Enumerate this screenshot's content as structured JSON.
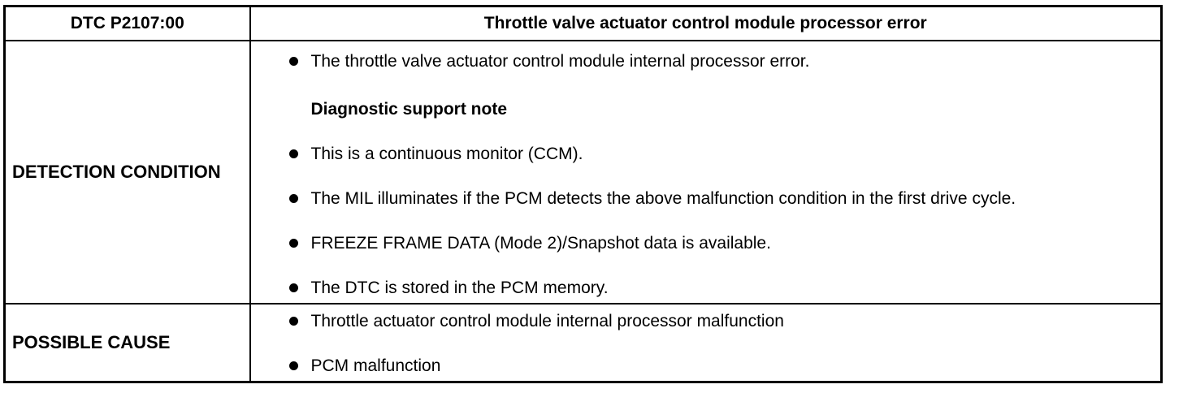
{
  "header": {
    "code": "DTC P2107:00",
    "description": "Throttle valve actuator control module processor error"
  },
  "detection": {
    "label": "DETECTION CONDITION",
    "first_item": "The throttle valve actuator control module internal processor error.",
    "note_heading": "Diagnostic support note",
    "notes": [
      "This is a continuous monitor (CCM).",
      "The MIL illuminates if the PCM detects the above malfunction condition in the first drive cycle.",
      "FREEZE FRAME DATA (Mode 2)/Snapshot data is available.",
      "The DTC is stored in the PCM memory."
    ]
  },
  "possible_cause": {
    "label": "POSSIBLE CAUSE",
    "items": [
      "Throttle actuator control module internal processor malfunction",
      "PCM malfunction"
    ]
  }
}
